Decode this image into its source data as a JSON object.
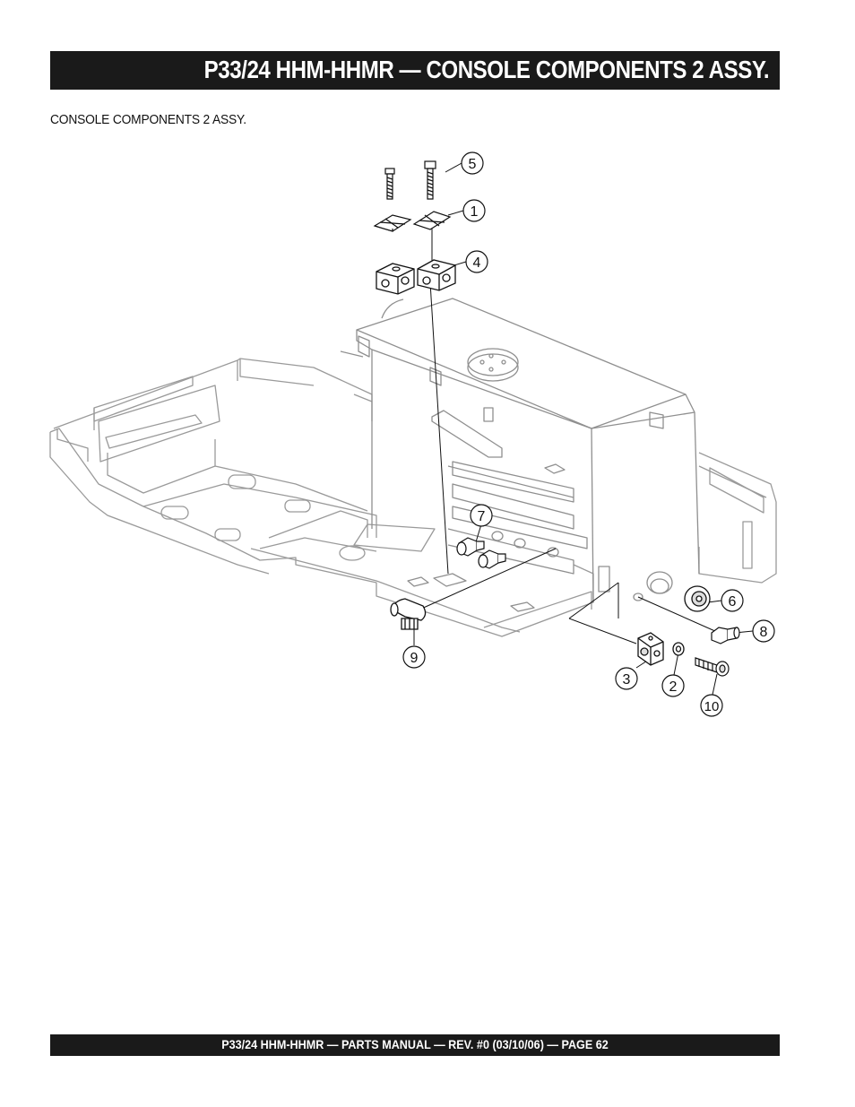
{
  "header": {
    "title": "P33/24 HHM-HHMR — CONSOLE COMPONENTS 2 ASSY."
  },
  "section": {
    "subtitle": "CONSOLE COMPONENTS 2 ASSY."
  },
  "callouts": {
    "c1": "1",
    "c2": "2",
    "c3": "3",
    "c4": "4",
    "c5": "5",
    "c6": "6",
    "c7": "7",
    "c8": "8",
    "c9": "9",
    "c10": "10"
  },
  "footer": {
    "text": "P33/24 HHM-HHMR — PARTS MANUAL — REV. #0 (03/10/06) — PAGE 62"
  }
}
